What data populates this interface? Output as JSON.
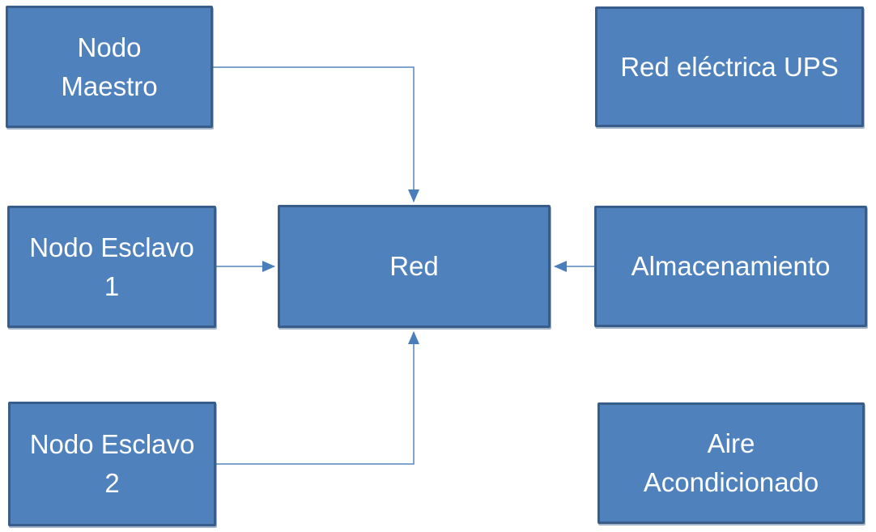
{
  "diagram": {
    "background_color": "#ffffff",
    "node_fill_color": "#4f81bd",
    "node_border_color": "#385d8a",
    "node_text_color": "#ffffff",
    "connector_line_color": "#5585bd",
    "connector_arrow_color": "#4a7ebb",
    "nodes": [
      {
        "id": "nodo-maestro",
        "label": "Nodo\nMaestro"
      },
      {
        "id": "red-electrica-ups",
        "label": "Red eléctrica UPS"
      },
      {
        "id": "nodo-esclavo-1",
        "label": "Nodo Esclavo\n1"
      },
      {
        "id": "red",
        "label": "Red"
      },
      {
        "id": "almacenamiento",
        "label": "Almacenamiento"
      },
      {
        "id": "nodo-esclavo-2",
        "label": "Nodo Esclavo\n2"
      },
      {
        "id": "aire-acondicionado",
        "label": "Aire\nAcondicionado"
      }
    ],
    "connectors": [
      {
        "from": "nodo-maestro",
        "to": "red",
        "style": "elbow, arrow into top of Red"
      },
      {
        "from": "nodo-esclavo-1",
        "to": "red",
        "style": "straight, arrow into left of Red"
      },
      {
        "from": "nodo-esclavo-2",
        "to": "red",
        "style": "elbow, arrow into bottom of Red"
      },
      {
        "from": "almacenamiento",
        "to": "red",
        "style": "straight, arrow into right of Red"
      }
    ]
  }
}
